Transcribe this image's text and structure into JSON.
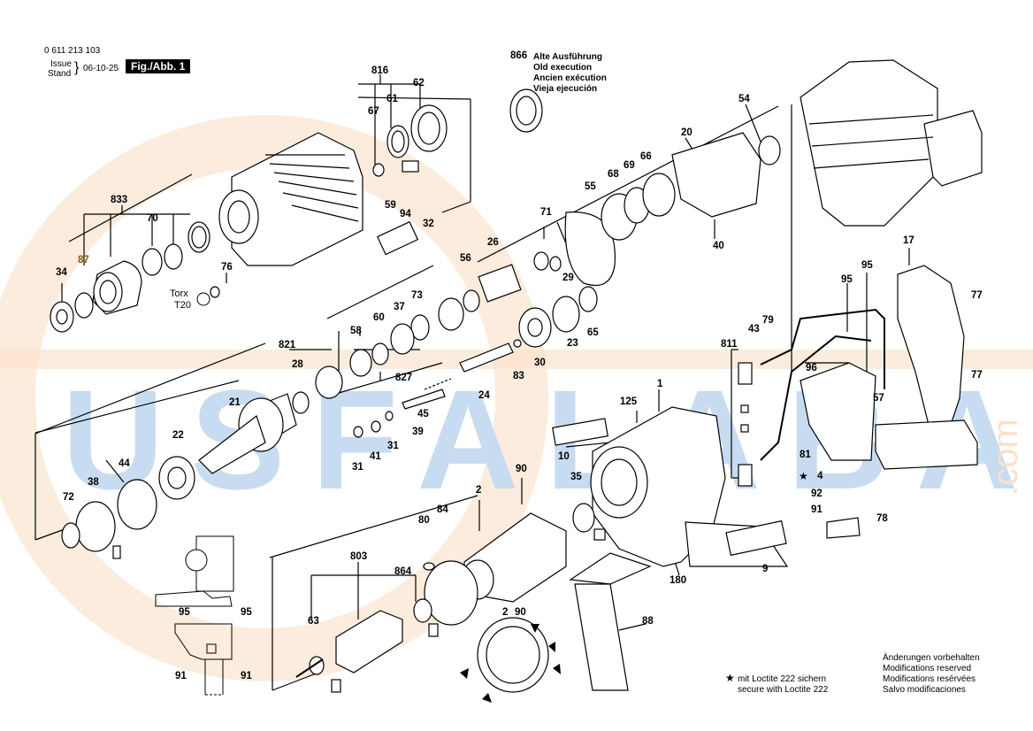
{
  "header": {
    "part_number": "0 611 213 103",
    "issue_label": "Issue",
    "stand_label": "Stand",
    "date": "06-10-25",
    "fig_label": "Fig./Abb. 1"
  },
  "watermark": {
    "text": "USFALABA",
    "suffix": ".com",
    "color_blue": "#9cc0e6",
    "color_orange": "#f6c79a"
  },
  "legend_866": {
    "number": "866",
    "lines": [
      "Alte Ausführung",
      "Old execution",
      "Ancien exécution",
      "Vieja ejecución"
    ]
  },
  "torx": {
    "label": "Torx",
    "size": "T20"
  },
  "loctite": {
    "line1": "mit Loctite 222 sichern",
    "line2": "secure with Loctite 222"
  },
  "modifications": [
    "Änderungen vorbehalten",
    "Modifications reserved",
    "Modifications resérvées",
    "Salvo modificaciones"
  ],
  "callouts": [
    "816",
    "61",
    "62",
    "67",
    "833",
    "70",
    "59",
    "94",
    "32",
    "34",
    "87",
    "76",
    "56",
    "26",
    "71",
    "55",
    "68",
    "69",
    "66",
    "20",
    "54",
    "29",
    "65",
    "23",
    "30",
    "83",
    "24",
    "821",
    "28",
    "58",
    "60",
    "37",
    "73",
    "827",
    "21",
    "22",
    "45",
    "39",
    "31",
    "41",
    "31",
    "44",
    "38",
    "72",
    "40",
    "17",
    "95",
    "95",
    "77",
    "43",
    "79",
    "811",
    "96",
    "57",
    "77",
    "81",
    "4",
    "92",
    "91",
    "78",
    "1",
    "125",
    "10",
    "90",
    "35",
    "80",
    "84",
    "2",
    "803",
    "864",
    "63",
    "2",
    "90",
    "180",
    "9",
    "88",
    "95",
    "95",
    "91",
    "91"
  ]
}
